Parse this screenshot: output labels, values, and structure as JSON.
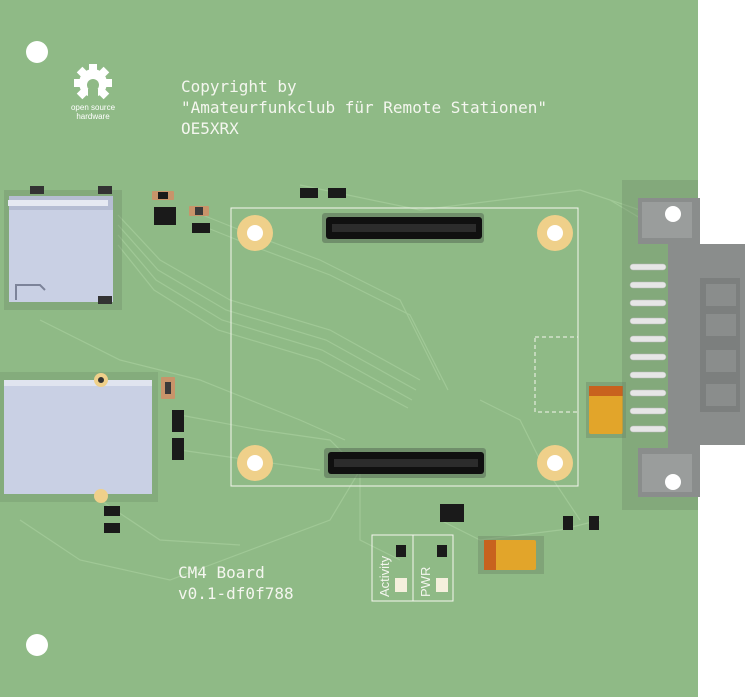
{
  "silkscreen": {
    "copyright_lines": [
      "Copyright by",
      "\"Amateurfunkclub für Remote Stationen\"",
      "OE5XRX"
    ],
    "board_name": "CM4 Board",
    "board_version": "v0.1-df0f788",
    "osh_logo_text": [
      "open source",
      "hardware"
    ],
    "led_labels": {
      "activity": "Activity",
      "pwr": "PWR"
    }
  },
  "colors": {
    "pcb": "#8fba86",
    "silkscreen": "#f4f6ef",
    "copper_pad": "#efd08a",
    "connector": "#111111",
    "tantalum": "#e2a52a"
  }
}
